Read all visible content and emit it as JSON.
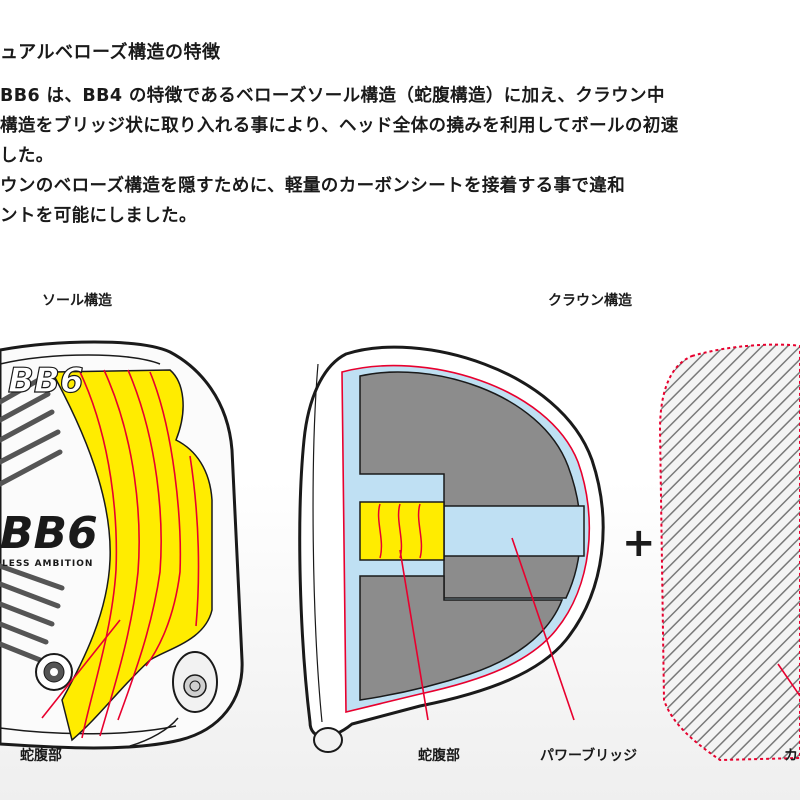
{
  "heading": "ュアルベローズ構造の特徴",
  "paragraph_lines": [
    "BB6 は、BB4 の特徴であるベローズソール構造（蛇腹構造）に加え、クラウン中",
    "構造をブリッジ状に取り入れる事により、ヘッド全体の撓みを利用してボールの初速",
    "した。",
    "ウンのベローズ構造を隠すために、軽量のカーボンシートを接着する事で違和",
    "ントを可能にしました。"
  ],
  "labels": {
    "sole_title": "ソール構造",
    "crown_title": "クラウン構造",
    "sole_bellows": "蛇腹部",
    "crown_bellows": "蛇腹部",
    "power_bridge": "パワーブリッジ",
    "carbon_partial": "カ"
  },
  "club_text": {
    "brand_top": "BB6",
    "brand_face": "BB6",
    "tagline": "LESS AMBITION"
  },
  "plus_sign": "+",
  "colors": {
    "bellows_yellow": "#ffec00",
    "bridge_blue": "#bfe0f3",
    "crown_gray": "#8c8c8c",
    "accent_red": "#e8002e",
    "outline": "#1a1a1a"
  }
}
